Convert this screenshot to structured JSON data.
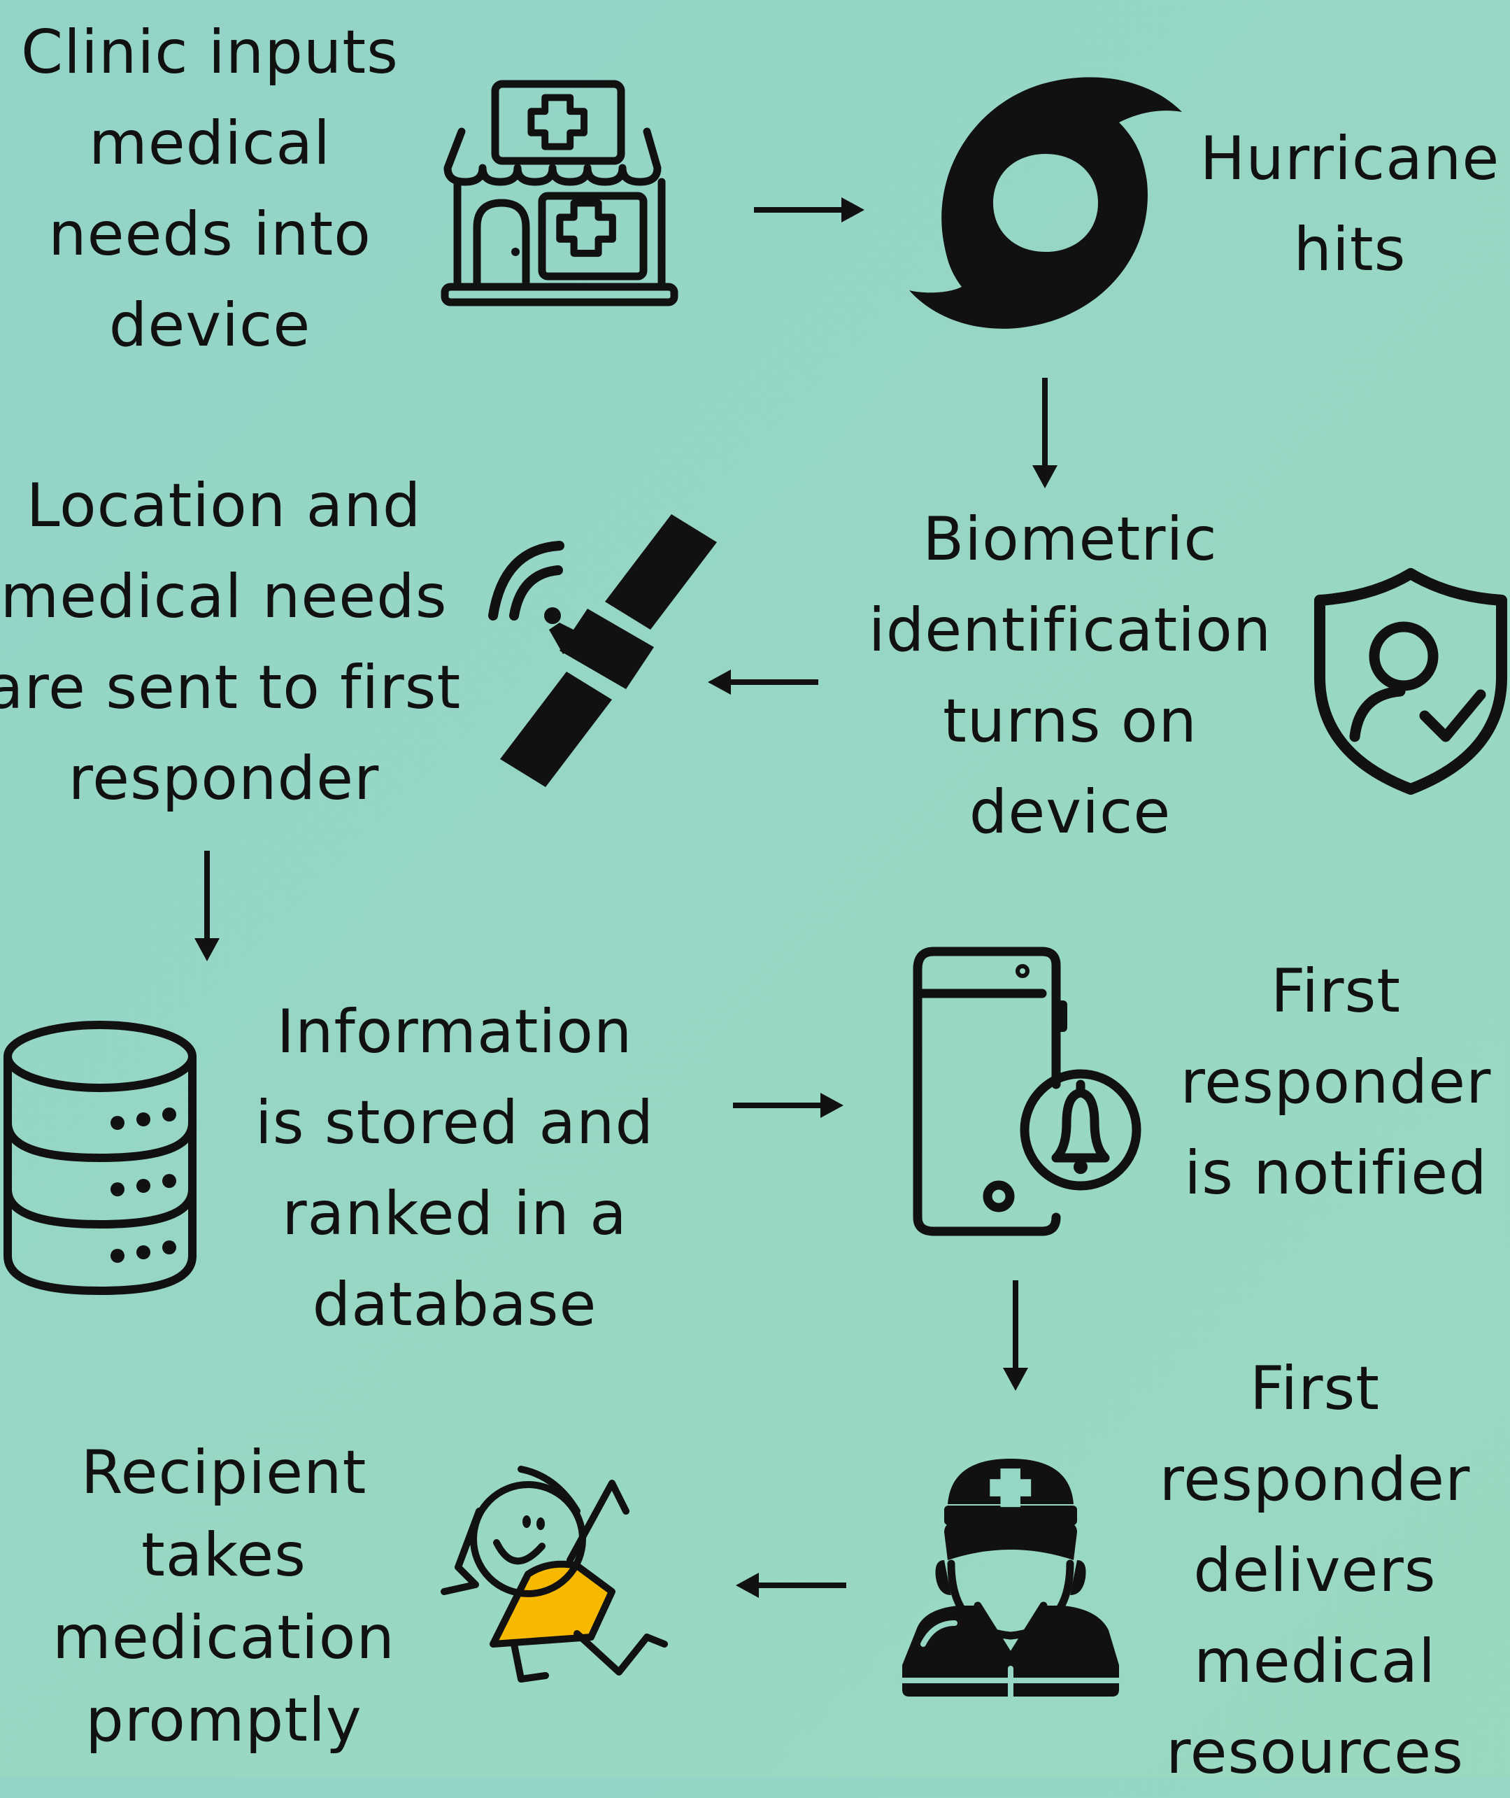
{
  "steps": [
    {
      "id": "clinic",
      "lines": [
        "Clinic inputs",
        "medical",
        "needs into",
        "device"
      ],
      "icon": "clinic-icon"
    },
    {
      "id": "hurricane",
      "lines": [
        "Hurricane",
        "hits"
      ],
      "icon": "hurricane-icon"
    },
    {
      "id": "biometric",
      "lines": [
        "Biometric",
        "identification",
        "turns on",
        "device"
      ],
      "icon": "shield-user-icon"
    },
    {
      "id": "location",
      "lines": [
        "Location and",
        "medical needs",
        "are sent to first",
        "responder"
      ],
      "icon": "satellite-icon"
    },
    {
      "id": "database",
      "lines": [
        "Information",
        "is stored and",
        "ranked in a",
        "database"
      ],
      "icon": "database-icon"
    },
    {
      "id": "notified",
      "lines": [
        "First",
        "responder",
        "is notified"
      ],
      "icon": "phone-bell-icon"
    },
    {
      "id": "delivers",
      "lines": [
        "First",
        "responder",
        "delivers",
        "medical",
        "resources"
      ],
      "icon": "first-responder-icon"
    },
    {
      "id": "recipient",
      "lines": [
        "Recipient",
        "takes",
        "medication",
        "promptly"
      ],
      "icon": "happy-person-icon"
    }
  ],
  "colors": {
    "background": "#95d6c5",
    "ink": "#111111",
    "shirt": "#f7b800"
  }
}
